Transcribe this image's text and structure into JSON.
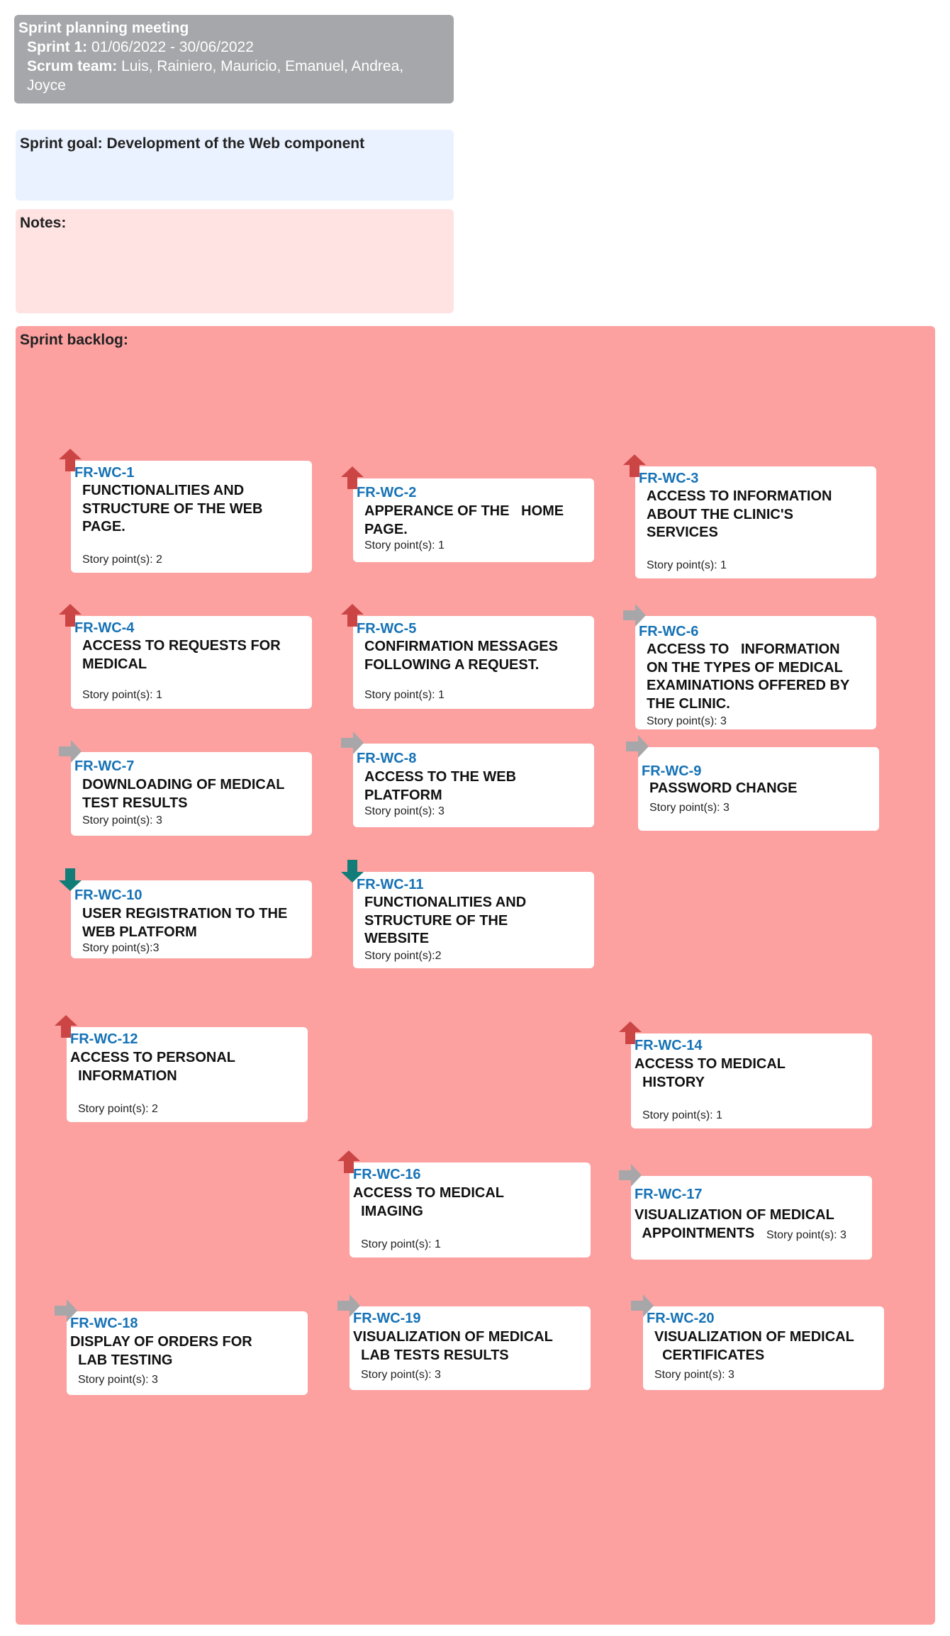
{
  "header": {
    "title": "Sprint planning meeting",
    "sprint_label": "Sprint 1:",
    "sprint_dates": "01/06/2022 - 30/06/2022",
    "team_label": "Scrum team:",
    "team_line1": "Luis, Rainiero, Mauricio, Emanuel, Andrea,",
    "team_line2": "Joyce"
  },
  "goal": {
    "text": "Sprint goal: Development of the Web component"
  },
  "notes": {
    "label": "Notes:"
  },
  "backlog": {
    "label": "Sprint backlog:",
    "items": [
      {
        "id": "FR-WC-1",
        "title": "FUNCTIONALITIES AND\nSTRUCTURE OF THE WEB\nPAGE.",
        "points": "Story point(s): 2",
        "arrow": "up"
      },
      {
        "id": "FR-WC-2",
        "title": "APPERANCE OF THE   HOME\nPAGE.",
        "points": "Story point(s): 1",
        "arrow": "up"
      },
      {
        "id": "FR-WC-3",
        "title": "ACCESS TO INFORMATION\nABOUT THE CLINIC'S\nSERVICES",
        "points": "Story point(s): 1",
        "arrow": "up"
      },
      {
        "id": "FR-WC-4",
        "title": "ACCESS TO REQUESTS FOR\nMEDICAL",
        "points": "Story point(s): 1",
        "arrow": "up"
      },
      {
        "id": "FR-WC-5",
        "title": "CONFIRMATION MESSAGES\nFOLLOWING A REQUEST.",
        "points": "Story point(s): 1",
        "arrow": "up"
      },
      {
        "id": "FR-WC-6",
        "title": "ACCESS TO   INFORMATION\nON THE TYPES OF MEDICAL\nEXAMINATIONS OFFERED BY\nTHE CLINIC.",
        "points": "Story point(s): 3",
        "arrow": "right"
      },
      {
        "id": "FR-WC-7",
        "title": "DOWNLOADING OF MEDICAL\nTEST RESULTS",
        "points": "Story point(s): 3",
        "arrow": "right"
      },
      {
        "id": "FR-WC-8",
        "title": "ACCESS TO THE WEB\nPLATFORM",
        "points": "Story point(s): 3",
        "arrow": "right"
      },
      {
        "id": "FR-WC-9",
        "title": "PASSWORD CHANGE",
        "points": "Story point(s): 3",
        "arrow": "right"
      },
      {
        "id": "FR-WC-10",
        "title": "USER REGISTRATION TO THE\nWEB PLATFORM",
        "points": "Story point(s):3",
        "arrow": "down"
      },
      {
        "id": "FR-WC-11",
        "title": "FUNCTIONALITIES AND\nSTRUCTURE OF THE\nWEBSITE",
        "points": "Story point(s):2",
        "arrow": "down"
      },
      {
        "id": "FR-WC-12",
        "title": "ACCESS TO PERSONAL\n  INFORMATION",
        "points": "Story point(s): 2",
        "arrow": "up"
      },
      {
        "id": "FR-WC-14",
        "title": "ACCESS TO MEDICAL\n  HISTORY",
        "points": "Story point(s): 1",
        "arrow": "up"
      },
      {
        "id": "FR-WC-16",
        "title": "ACCESS TO MEDICAL\n  IMAGING",
        "points": "Story point(s): 1",
        "arrow": "up"
      },
      {
        "id": "FR-WC-17",
        "title": "VISUALIZATION OF MEDICAL\n  APPOINTMENTS",
        "points": "Story point(s): 3",
        "arrow": "right"
      },
      {
        "id": "FR-WC-18",
        "title": "DISPLAY OF ORDERS FOR\n  LAB TESTING",
        "points": "Story point(s): 3",
        "arrow": "right"
      },
      {
        "id": "FR-WC-19",
        "title": "VISUALIZATION OF MEDICAL\n  LAB TESTS RESULTS",
        "points": "Story point(s): 3",
        "arrow": "right"
      },
      {
        "id": "FR-WC-20",
        "title": "VISUALIZATION OF MEDICAL\n  CERTIFICATES",
        "points": "Story point(s): 3",
        "arrow": "right"
      }
    ]
  },
  "arrow_colors": {
    "up": "#cc4545",
    "right": "#a7a7a9",
    "down": "#127c78"
  }
}
